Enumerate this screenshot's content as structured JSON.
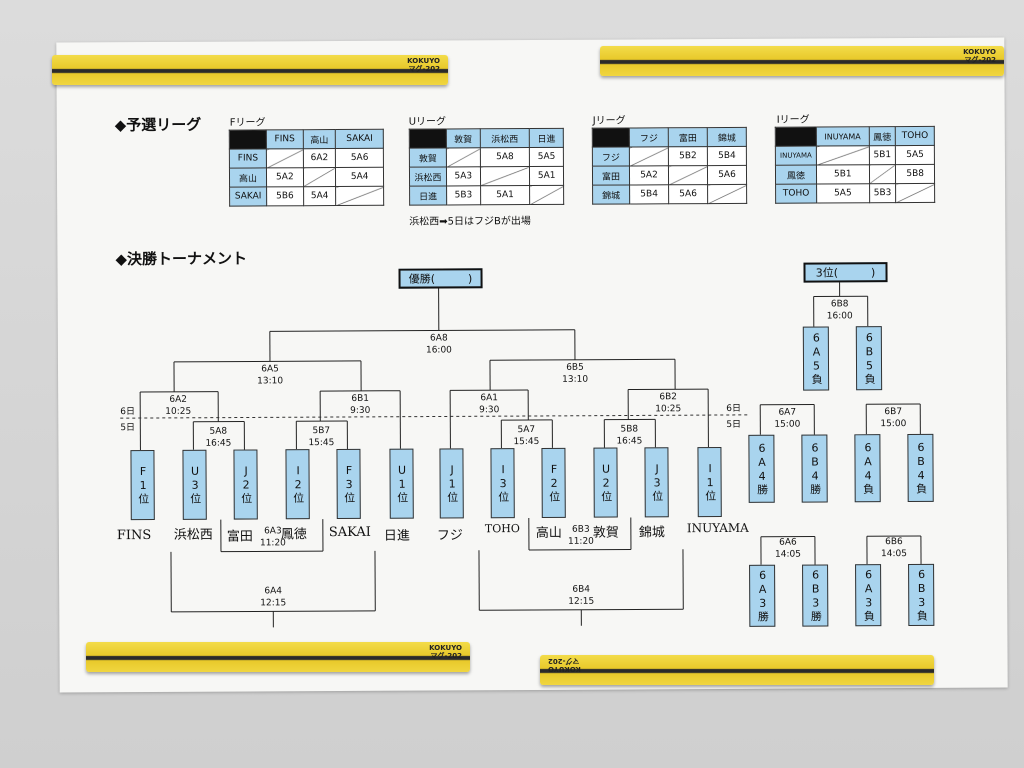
{
  "magnets": {
    "brand_top": "KOKUYO",
    "brand_sub": "マグ-202"
  },
  "prelim": {
    "title": "◆予選リーグ",
    "leagues": [
      {
        "name": "Fリーグ",
        "teams": [
          "FINS",
          "高山",
          "SAKAI"
        ],
        "cells": [
          [
            "",
            "6A2",
            "5A6"
          ],
          [
            "5A2",
            "",
            "5A4"
          ],
          [
            "5B6",
            "5A4",
            ""
          ]
        ]
      },
      {
        "name": "Uリーグ",
        "teams": [
          "敦賀",
          "浜松西",
          "日進"
        ],
        "cells": [
          [
            "",
            "5A8",
            "5A5"
          ],
          [
            "5A3",
            "",
            "5A1"
          ],
          [
            "5B3",
            "5A1",
            ""
          ]
        ]
      },
      {
        "name": "Jリーグ",
        "teams": [
          "フジ",
          "富田",
          "錦城"
        ],
        "cells": [
          [
            "",
            "5B2",
            "5B4"
          ],
          [
            "5A2",
            "",
            "5A6"
          ],
          [
            "5B4",
            "5A6",
            ""
          ]
        ]
      },
      {
        "name": "Iリーグ",
        "teams": [
          "INUYAMA",
          "鳳徳",
          "TOHO"
        ],
        "cells": [
          [
            "",
            "5B1",
            "5A5"
          ],
          [
            "5B1",
            "",
            "5B8"
          ],
          [
            "5A5",
            "5B3",
            ""
          ]
        ]
      }
    ],
    "note": "浜松西➡5日はフジBが出場"
  },
  "final": {
    "title": "◆決勝トーナメント",
    "champion": "優勝(　　　)",
    "third": "3位(　　　)",
    "day6": "6日",
    "day5": "5日",
    "seeds": [
      "F\n1\n位",
      "U\n3\n位",
      "J\n2\n位",
      "I\n2\n位",
      "F\n3\n位",
      "U\n1\n位",
      "J\n1\n位",
      "I\n3\n位",
      "F\n2\n位",
      "U\n2\n位",
      "J\n3\n位",
      "I\n1\n位"
    ],
    "handwritten": [
      "FINS",
      "浜松西",
      "富田",
      "鳳徳",
      "SAKAI",
      "日進",
      "フジ",
      "TOHO",
      "高山",
      "敦賀",
      "錦城",
      "INUYAMA"
    ],
    "matches": {
      "m6A8": [
        "6A8",
        "16:00"
      ],
      "m6A5": [
        "6A5",
        "13:10"
      ],
      "m6B5": [
        "6B5",
        "13:10"
      ],
      "m6A2": [
        "6A2",
        "10:25"
      ],
      "m6B1": [
        "6B1",
        "9:30"
      ],
      "m6A1": [
        "6A1",
        "9:30"
      ],
      "m6B2": [
        "6B2",
        "10:25"
      ],
      "m5A8": [
        "5A8",
        "16:45"
      ],
      "m5B7": [
        "5B7",
        "15:45"
      ],
      "m5A7": [
        "5A7",
        "15:45"
      ],
      "m5B8": [
        "5B8",
        "16:45"
      ],
      "m6A3": [
        "6A3",
        "11:20"
      ],
      "m6B3": [
        "6B3",
        "11:20"
      ],
      "m6A4": [
        "6A4",
        "12:15"
      ],
      "m6B4": [
        "6B4",
        "12:15"
      ],
      "m6B8": [
        "6B8",
        "16:00"
      ],
      "m6A7": [
        "6A7",
        "15:00"
      ],
      "m6B7": [
        "6B7",
        "15:00"
      ],
      "m6A6": [
        "6A6",
        "14:05"
      ],
      "m6B6": [
        "6B6",
        "14:05"
      ]
    },
    "consolation": [
      "6\nA\n5\n負",
      "6\nB\n5\n負",
      "6\nA\n4\n勝",
      "6\nB\n4\n勝",
      "6\nA\n4\n負",
      "6\nB\n4\n負",
      "6\nA\n3\n勝",
      "6\nB\n3\n勝",
      "6\nA\n3\n負",
      "6\nB\n3\n負"
    ]
  },
  "colors": {
    "cell": "#a9d4ee",
    "magnet": "#e8c92a",
    "red_ink": "#c0392b"
  }
}
